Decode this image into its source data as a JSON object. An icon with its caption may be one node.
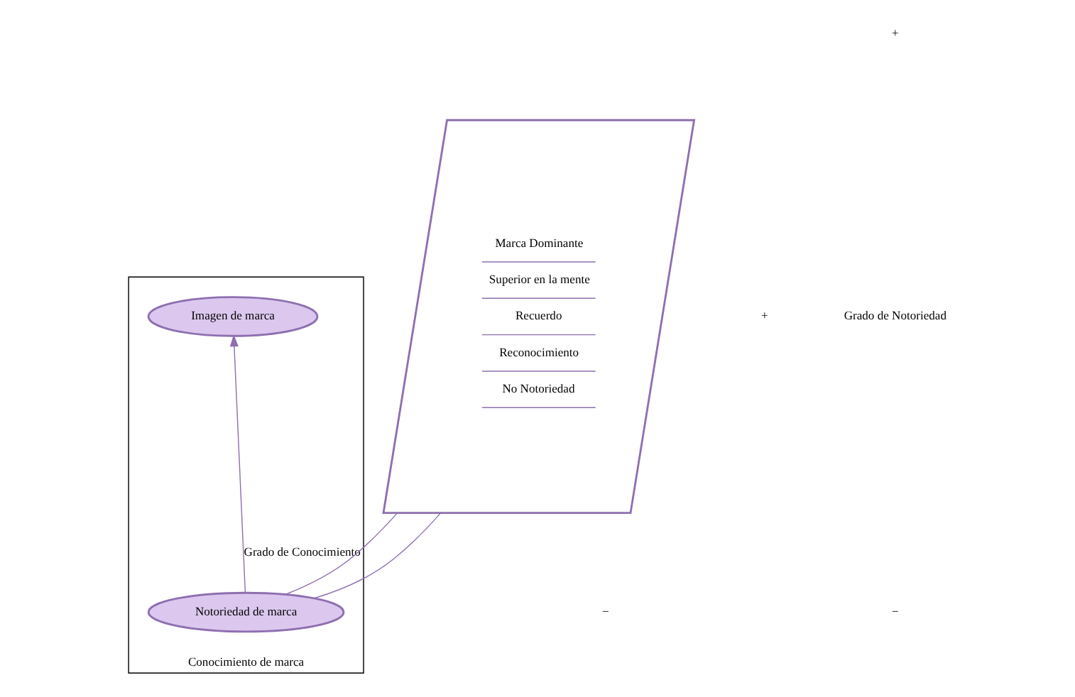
{
  "diagram": {
    "nodes": [
      {
        "text": [
          "Conocimiento de marca"
        ]
      },
      {
        "text": [
          "Imagen de marca"
        ],
        "in": 0
      },
      {
        "text": [
          "Notoriedad de marca"
        ],
        "in": 0
      },
      {
        "text": [
          "Marca Dominante",
          "Superior en la mente",
          "Recuerdo",
          "Reconocimiento",
          "No Notoriedad"
        ]
      }
    ],
    "edges": [
      {
        "from": 2,
        "to": 1,
        "arrow": "to",
        "label": "Grado de Conocimiento"
      },
      {
        "from": 2,
        "to": 3,
        "arrow": "none"
      },
      {
        "from": 2,
        "to": 3,
        "arrow": "none"
      }
    ],
    "labels": [
      "+",
      "−",
      "+",
      "Grado de Notoriedad",
      "−"
    ]
  }
}
